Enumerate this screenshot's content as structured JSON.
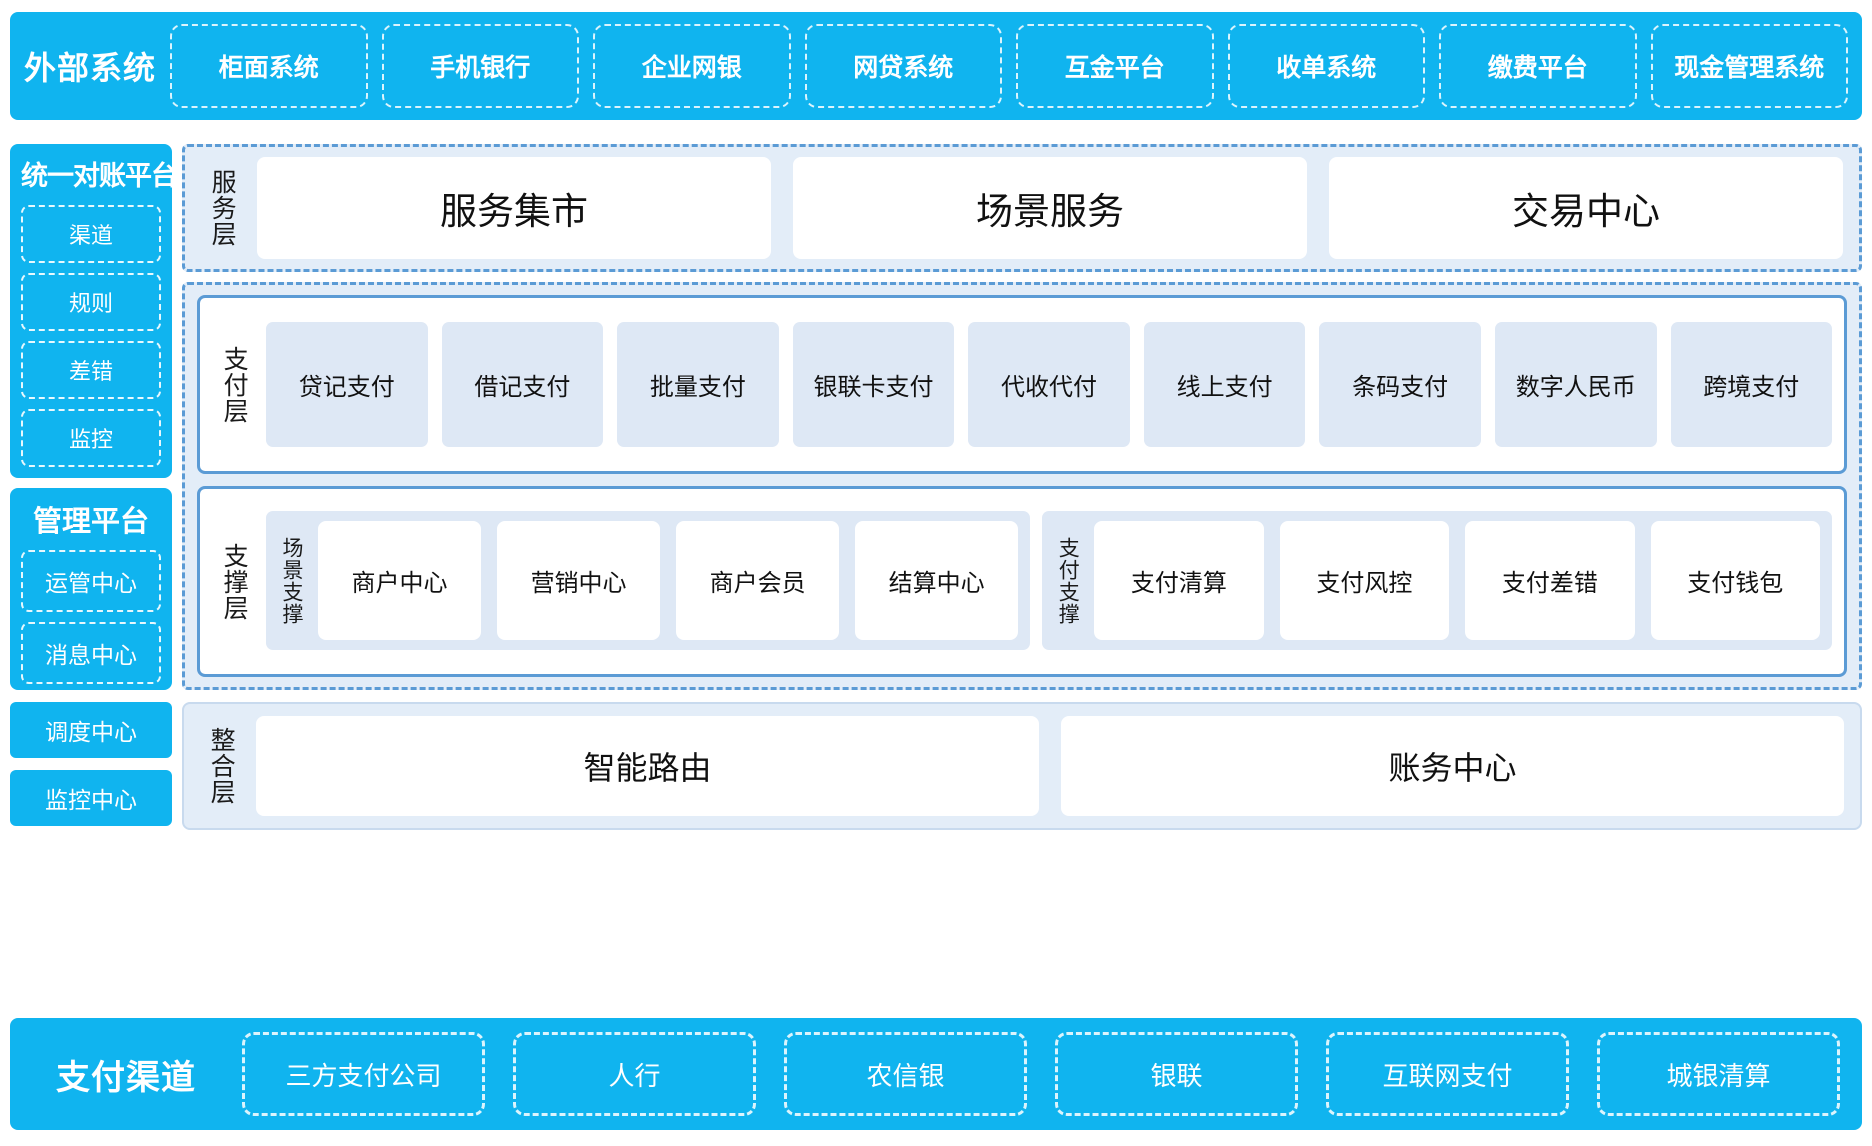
{
  "external_systems": {
    "title": "外部系统",
    "items": [
      "柜面系统",
      "手机银行",
      "企业网银",
      "网贷系统",
      "互金平台",
      "收单系统",
      "缴费平台",
      "现金管理系统"
    ]
  },
  "sidebar": {
    "recon_platform": {
      "title": "统一对账平台",
      "items": [
        "渠道",
        "规则",
        "差错",
        "监控"
      ]
    },
    "mgmt_platform": {
      "title": "管理平台",
      "items": [
        "运管中心",
        "消息中心"
      ]
    },
    "standalone": [
      "调度中心",
      "监控中心"
    ]
  },
  "service_layer": {
    "label": "服务层",
    "items": [
      "服务集市",
      "场景服务",
      "交易中心"
    ]
  },
  "payment_layer": {
    "label": "支付层",
    "items": [
      "贷记支付",
      "借记支付",
      "批量支付",
      "银联卡支付",
      "代收代付",
      "线上支付",
      "条码支付",
      "数字人民币",
      "跨境支付"
    ]
  },
  "support_layer": {
    "label": "支撑层",
    "groups": [
      {
        "label": "场景支撑",
        "items": [
          "商户中心",
          "营销中心",
          "商户会员",
          "结算中心"
        ]
      },
      {
        "label": "支付支撑",
        "items": [
          "支付清算",
          "支付风控",
          "支付差错",
          "支付钱包"
        ]
      }
    ]
  },
  "integration_layer": {
    "label": "整合层",
    "items": [
      "智能路由",
      "账务中心"
    ]
  },
  "payment_channels": {
    "title": "支付渠道",
    "items": [
      "三方支付公司",
      "人行",
      "农信银",
      "银联",
      "互联网支付",
      "城银清算"
    ]
  },
  "colors": {
    "brand_cyan": "#10B4EF",
    "panel_blue": "#E3EDF8",
    "border_blue": "#5B9BD5",
    "chip_blue": "#DEE8F5"
  }
}
